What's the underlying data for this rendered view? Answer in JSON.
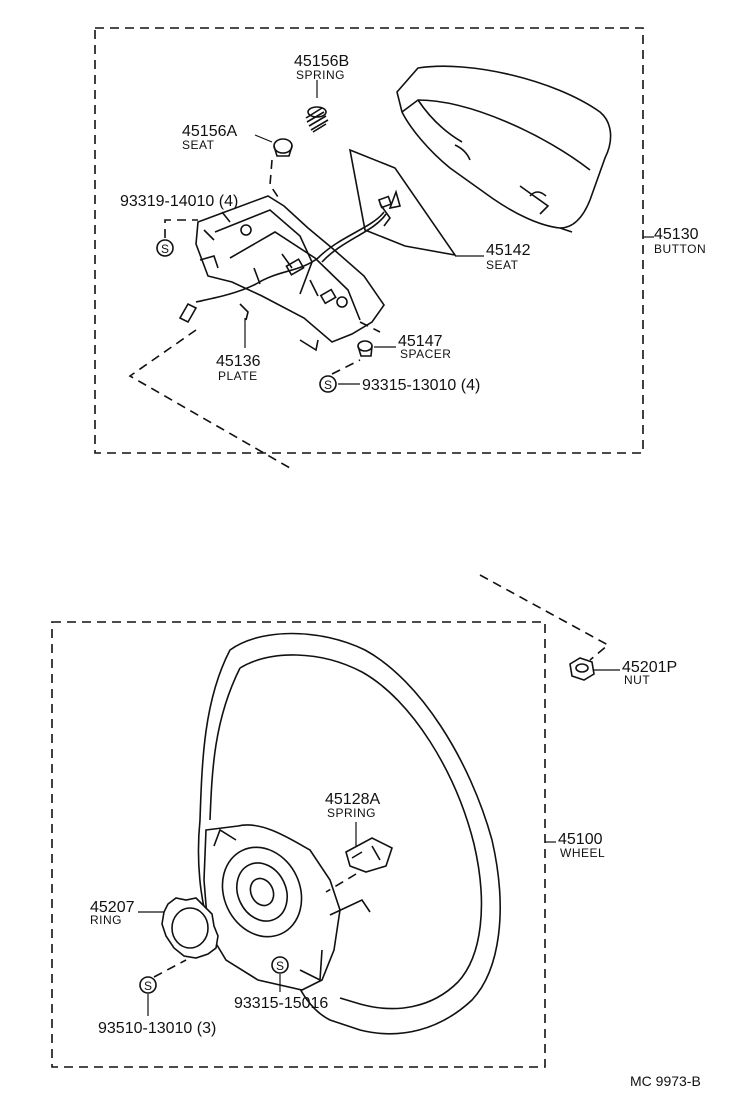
{
  "callouts": {
    "p45156b": {
      "number": "45156B",
      "name": "SPRING"
    },
    "p45156a": {
      "number": "45156A",
      "name": "SEAT"
    },
    "p93319": {
      "number": "93319-14010 (4)"
    },
    "p45142": {
      "number": "45142",
      "name": "SEAT"
    },
    "p45130": {
      "number": "45130",
      "name": "BUTTON"
    },
    "p45147": {
      "number": "45147",
      "name": "SPACER"
    },
    "p45136": {
      "number": "45136",
      "name": "PLATE"
    },
    "p93315a": {
      "number": "93315-13010 (4)"
    },
    "p45201p": {
      "number": "45201P",
      "name": "NUT"
    },
    "p45128a": {
      "number": "45128A",
      "name": "SPRING"
    },
    "p45100": {
      "number": "45100",
      "name": "WHEEL"
    },
    "p45207": {
      "number": "45207",
      "name": "RING"
    },
    "p93315b": {
      "number": "93315-15016"
    },
    "p93510": {
      "number": "93510-13010 (3)"
    }
  },
  "screw_symbol": "S",
  "drawing_code": "MC  9973-B"
}
